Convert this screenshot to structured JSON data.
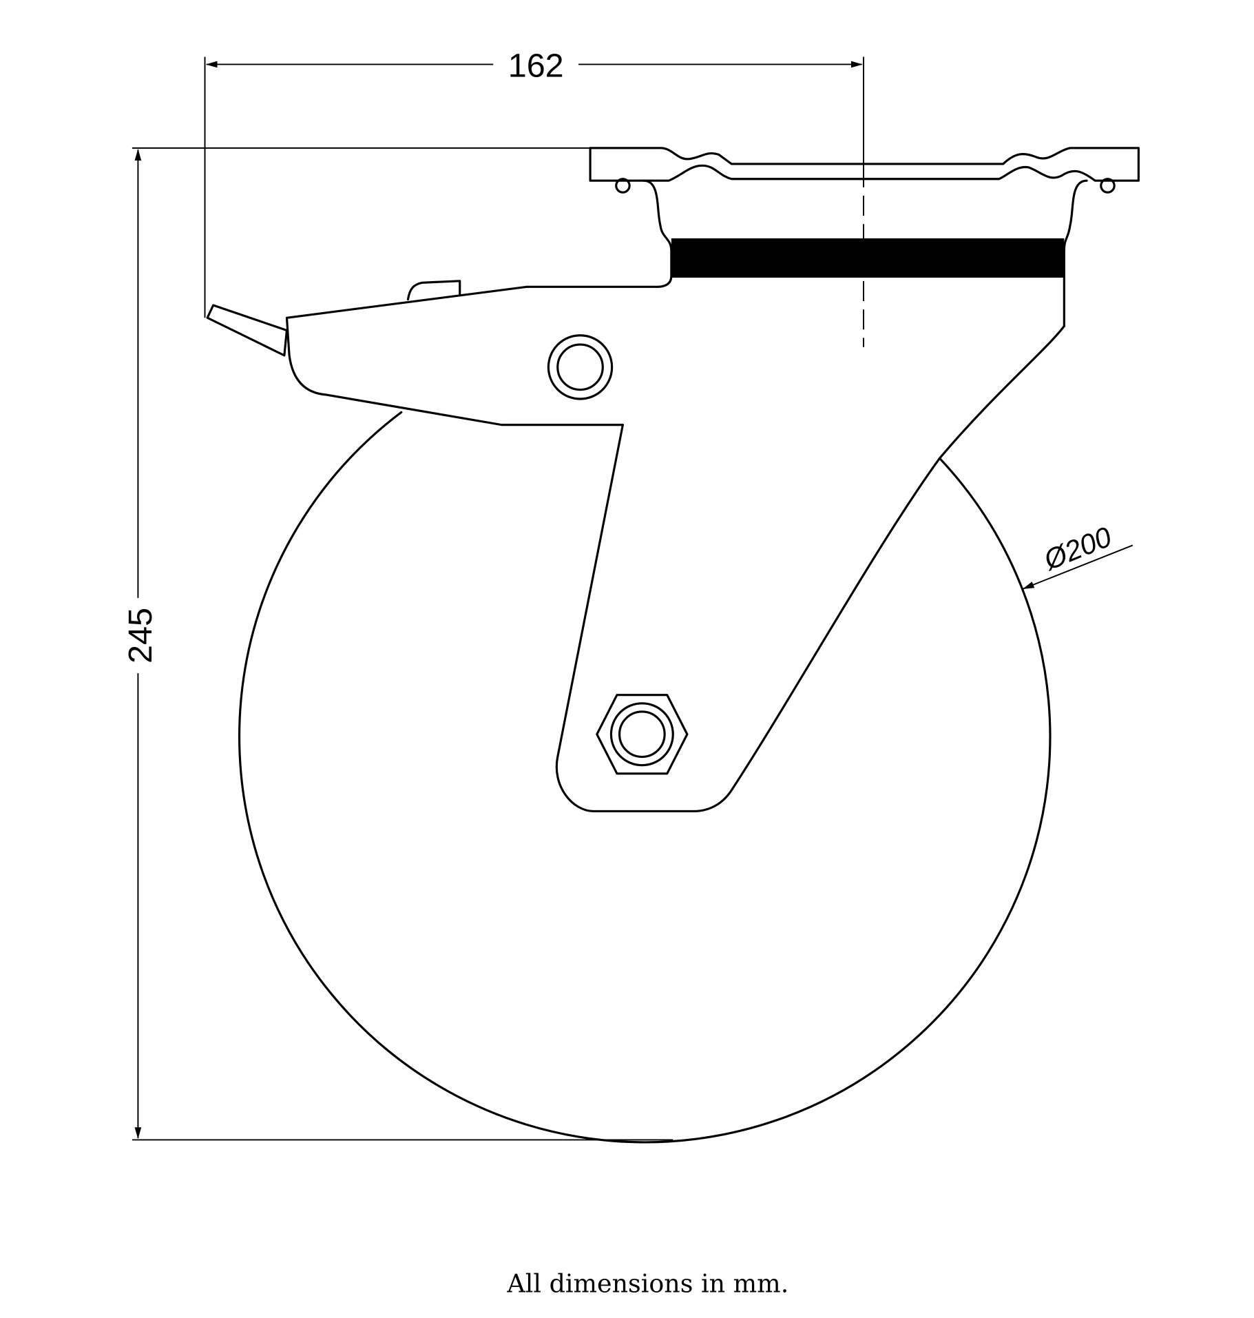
{
  "drawing": {
    "dimensions": {
      "offset": "162",
      "height": "245",
      "wheel_diameter": "Ø200"
    },
    "note": "All dimensions in mm."
  }
}
